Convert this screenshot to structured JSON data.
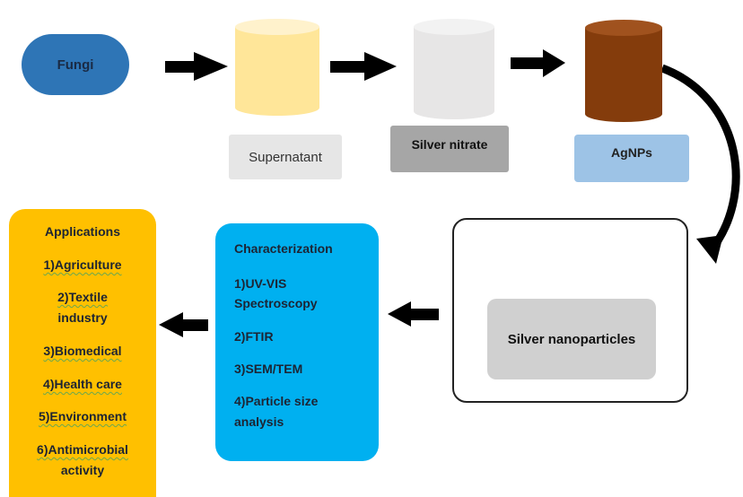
{
  "flow": {
    "fungi": "Fungi",
    "supernatant": "Supernatant",
    "silver_nitrate": "Silver nitrate",
    "agnps": "AgNPs",
    "silver_nanoparticles": "Silver nanoparticles"
  },
  "characterization": {
    "title": "Characterization",
    "items": [
      "1)UV-VIS",
      "Spectroscopy",
      "2)FTIR",
      "3)SEM/TEM",
      "4)Particle size",
      "analysis"
    ]
  },
  "applications": {
    "title": "Applications",
    "items": [
      "1)Agriculture",
      "2)Textile",
      "industry",
      "3)Biomedical",
      "4)Health care",
      "5)Environment",
      "6)Antimicrobial",
      "activity"
    ]
  },
  "colors": {
    "cylinder_supernatant": "#ffe699",
    "cylinder_silver_nitrate": "#e7e6e6",
    "cylinder_agnps": "#843c0c",
    "triangle": "#4472c4",
    "square": "#ffd966",
    "circle": "#bdd7ee",
    "octagon": "#a9d18e"
  }
}
